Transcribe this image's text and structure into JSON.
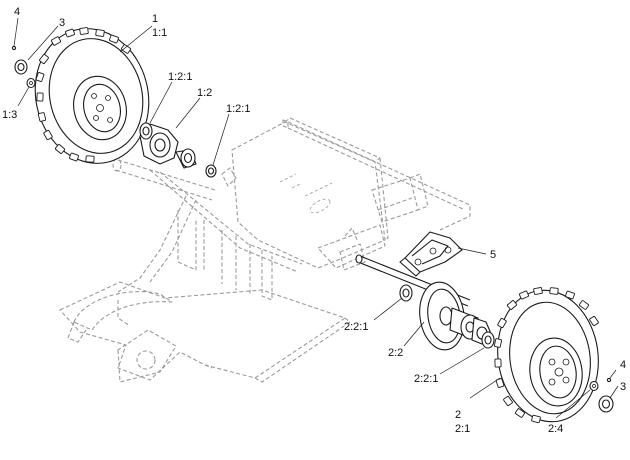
{
  "callouts": {
    "c4_top": "4",
    "c3_top": "3",
    "c1": "1",
    "c1_1": "1:1",
    "c1_3": "1:3",
    "c1_2_1_left": "1:2:1",
    "c1_2": "1:2",
    "c1_2_1_right": "1:2:1",
    "c5": "5",
    "c2_2_1_top": "2:2:1",
    "c2_2": "2:2",
    "c2_2_1_bottom": "2:2:1",
    "c4_bottom": "4",
    "c3_bottom": "3",
    "c2": "2",
    "c2_1": "2:1",
    "c2_4": "2:4"
  }
}
